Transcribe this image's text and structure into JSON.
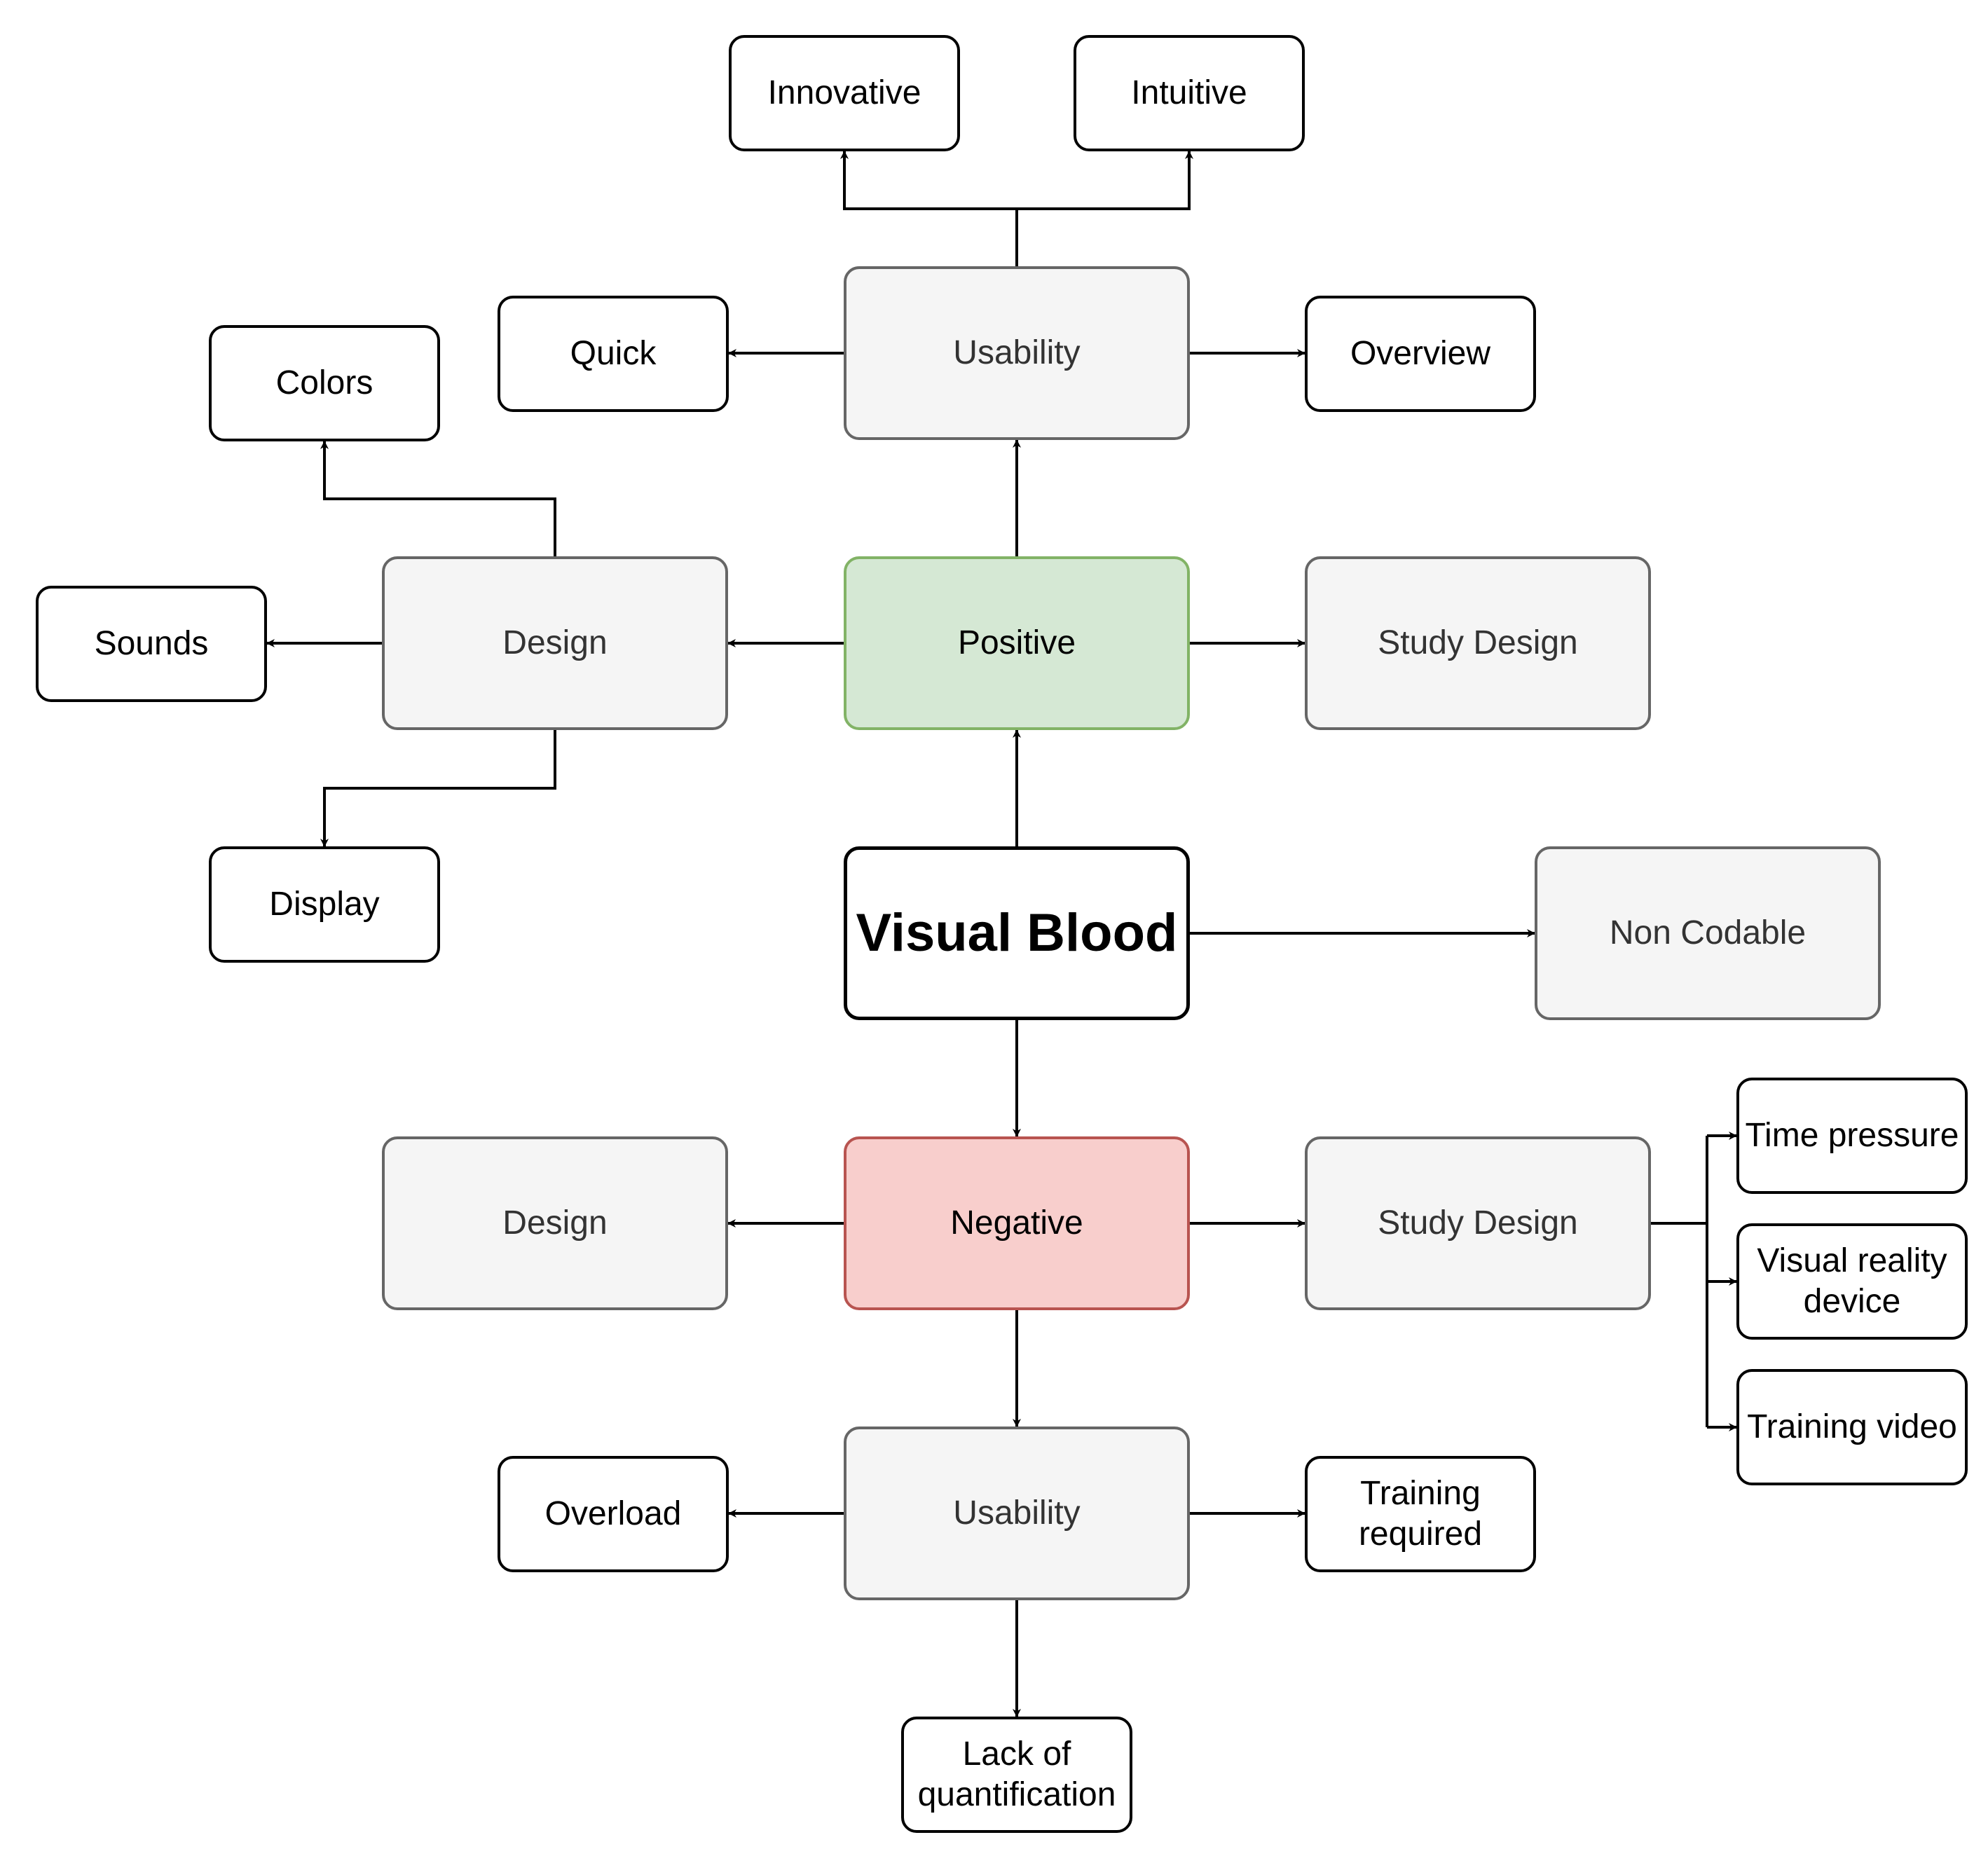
{
  "colors": {
    "edge": "#000000",
    "category_fill": "#f5f5f5",
    "category_stroke": "#666666",
    "positive_fill": "#d5e8d4",
    "positive_stroke": "#82b366",
    "negative_fill": "#f8cecc",
    "negative_stroke": "#b85450"
  },
  "nodes": {
    "innovative": "Innovative",
    "intuitive": "Intuitive",
    "quick": "Quick",
    "usability_pos": "Usability",
    "overview": "Overview",
    "colors": "Colors",
    "sounds": "Sounds",
    "design_pos": "Design",
    "positive": "Positive",
    "study_design_pos": "Study Design",
    "display": "Display",
    "visual_blood": "Visual Blood",
    "non_codable": "Non Codable",
    "design_neg": "Design",
    "negative": "Negative",
    "study_design_neg": "Study Design",
    "time_pressure": "Time pressure",
    "visual_reality_device": "Visual reality\ndevice",
    "training_video": "Training video",
    "overload": "Overload",
    "usability_neg": "Usability",
    "training_required": "Training\nrequired",
    "lack_of_quantification": "Lack of\nquantification"
  }
}
